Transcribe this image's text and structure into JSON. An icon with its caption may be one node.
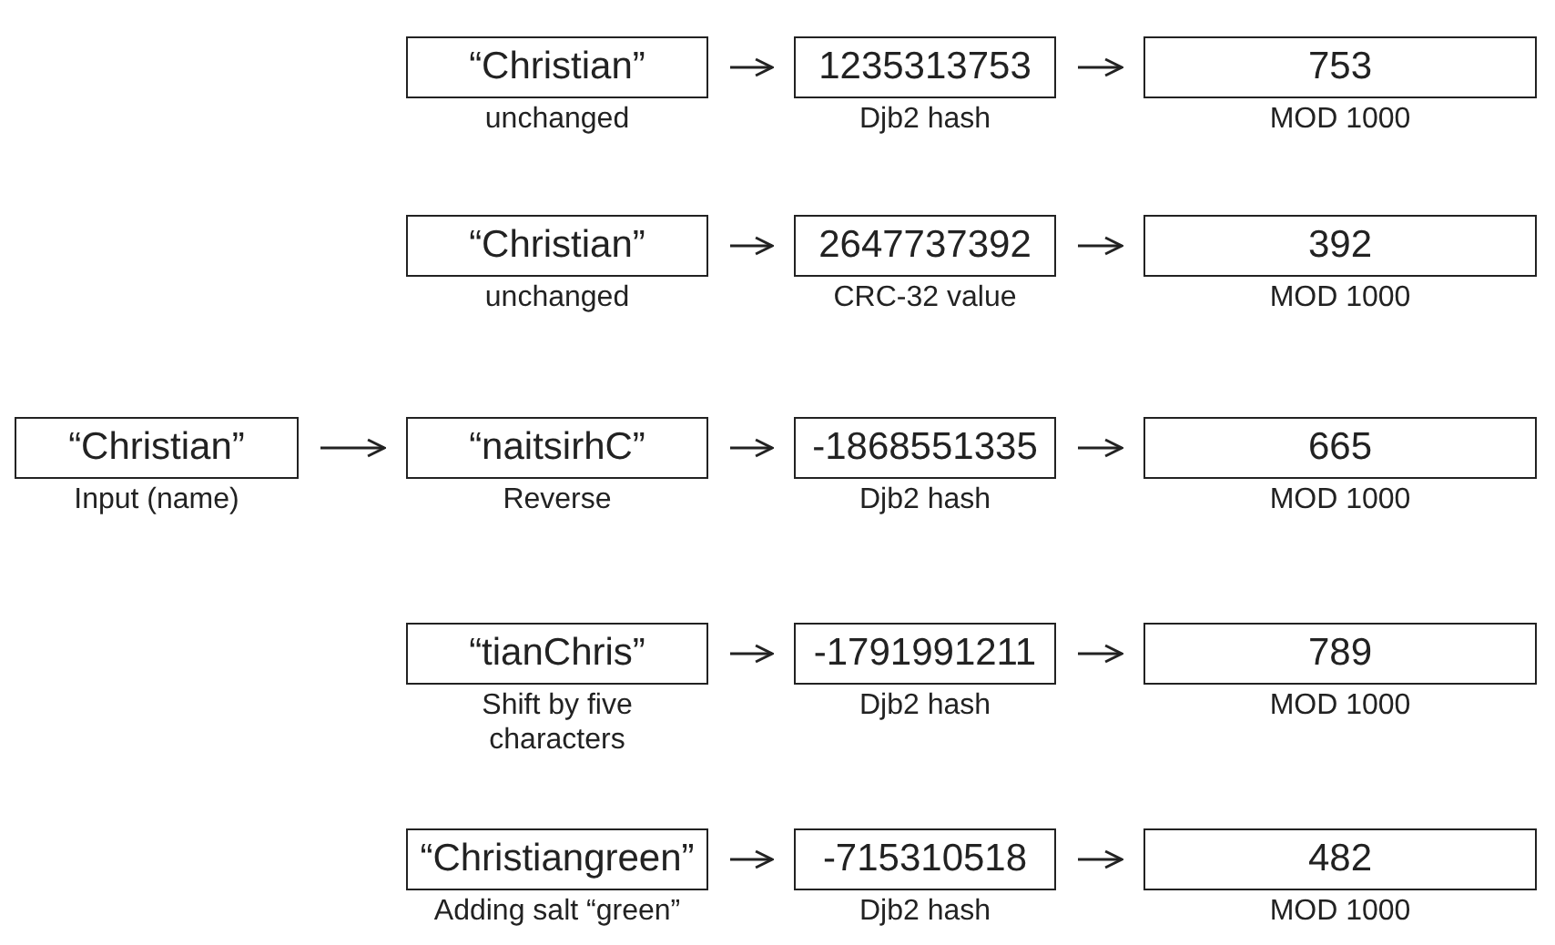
{
  "diagram": {
    "nodes": [
      {
        "text": [
          "“Christian”"
        ],
        "beside": [
          "Input (name)"
        ]
      },
      {
        "text": [
          "“Christian”"
        ],
        "beside": [
          "unchanged"
        ]
      },
      {
        "text": [
          "1235313753"
        ],
        "beside": [
          "Djb2 hash"
        ]
      },
      {
        "text": [
          "753"
        ],
        "beside": [
          "MOD 1000"
        ]
      },
      {
        "text": [
          "“Christian”"
        ],
        "beside": [
          "unchanged"
        ]
      },
      {
        "text": [
          "2647737392"
        ],
        "beside": [
          "CRC-32 value"
        ]
      },
      {
        "text": [
          "392"
        ],
        "beside": [
          "MOD 1000"
        ]
      },
      {
        "text": [
          "“naitsirhC”"
        ],
        "beside": [
          "Reverse"
        ]
      },
      {
        "text": [
          "-1868551335"
        ],
        "beside": [
          "Djb2 hash"
        ]
      },
      {
        "text": [
          "665"
        ],
        "beside": [
          "MOD 1000"
        ]
      },
      {
        "text": [
          "“tianChris”"
        ],
        "beside": [
          "Shift by five characters"
        ]
      },
      {
        "text": [
          "-1791991211"
        ],
        "beside": [
          "Djb2 hash"
        ]
      },
      {
        "text": [
          "789"
        ],
        "beside": [
          "MOD 1000"
        ]
      },
      {
        "text": [
          "“Christiangreen”"
        ],
        "beside": [
          "Adding salt “green”"
        ]
      },
      {
        "text": [
          "-715310518"
        ],
        "beside": [
          "Djb2 hash"
        ]
      },
      {
        "text": [
          "482"
        ],
        "beside": [
          "MOD 1000"
        ]
      }
    ],
    "edges": [
      {
        "from": 0,
        "to": 7,
        "arrow": "to"
      },
      {
        "from": 1,
        "to": 2,
        "arrow": "to"
      },
      {
        "from": 2,
        "to": 3,
        "arrow": "to"
      },
      {
        "from": 4,
        "to": 5,
        "arrow": "to"
      },
      {
        "from": 5,
        "to": 6,
        "arrow": "to"
      },
      {
        "from": 7,
        "to": 8,
        "arrow": "to"
      },
      {
        "from": 8,
        "to": 9,
        "arrow": "to"
      },
      {
        "from": 10,
        "to": 11,
        "arrow": "to"
      },
      {
        "from": 11,
        "to": 12,
        "arrow": "to"
      },
      {
        "from": 13,
        "to": 14,
        "arrow": "to"
      },
      {
        "from": 14,
        "to": 15,
        "arrow": "to"
      }
    ]
  }
}
